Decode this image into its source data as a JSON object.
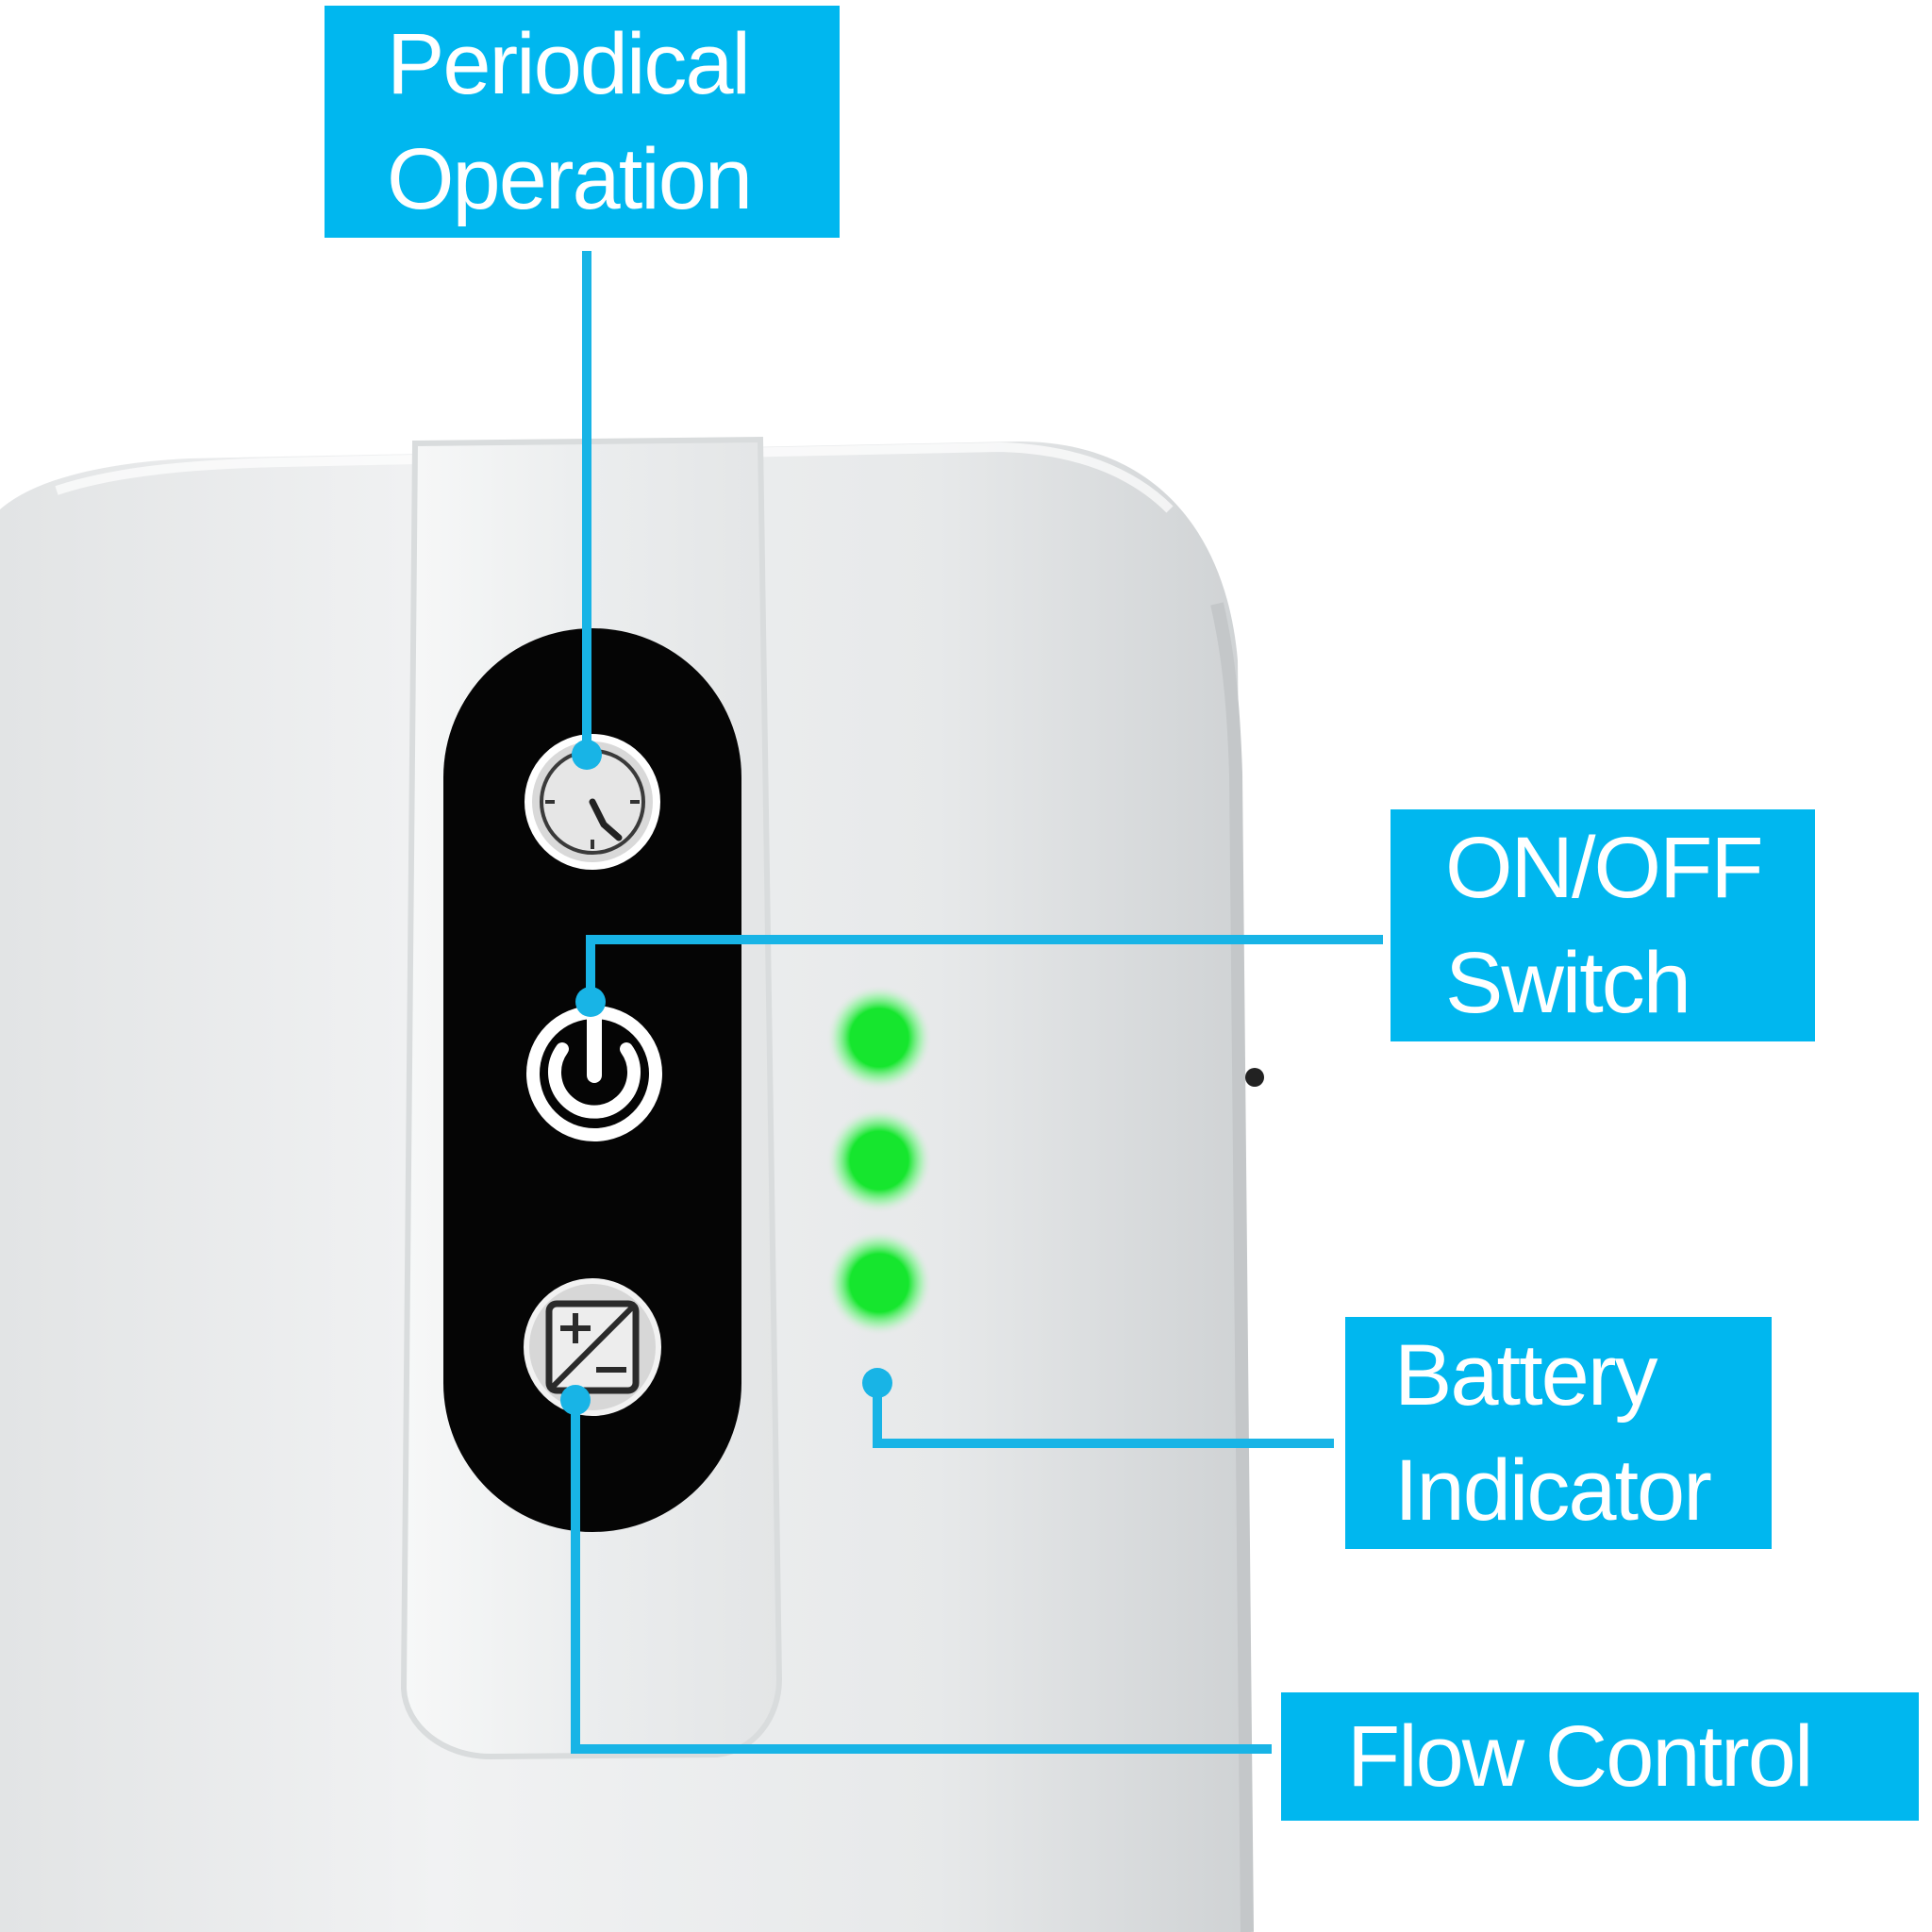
{
  "colors": {
    "callout_fill": "#00b7ef",
    "callout_text": "#ffffff",
    "leader_line": "#18b4e6",
    "led_on": "#16e62e",
    "panel": "#050505",
    "device_body": "#eceeef"
  },
  "callouts": {
    "periodical_operation": {
      "line1": "Periodical",
      "line2": "Operation"
    },
    "on_off_switch": {
      "line1": "ON/OFF",
      "line2": "Switch"
    },
    "battery_indicator": {
      "line1": "Battery",
      "line2": "Indicator"
    },
    "flow_control": {
      "line1": "Flow Control"
    }
  },
  "icons": {
    "periodical_operation": "clock-icon",
    "on_off_switch": "power-icon",
    "flow_control": "plus-minus-icon"
  },
  "battery_indicator": {
    "lit_leds": 3,
    "total_leds": 3
  }
}
